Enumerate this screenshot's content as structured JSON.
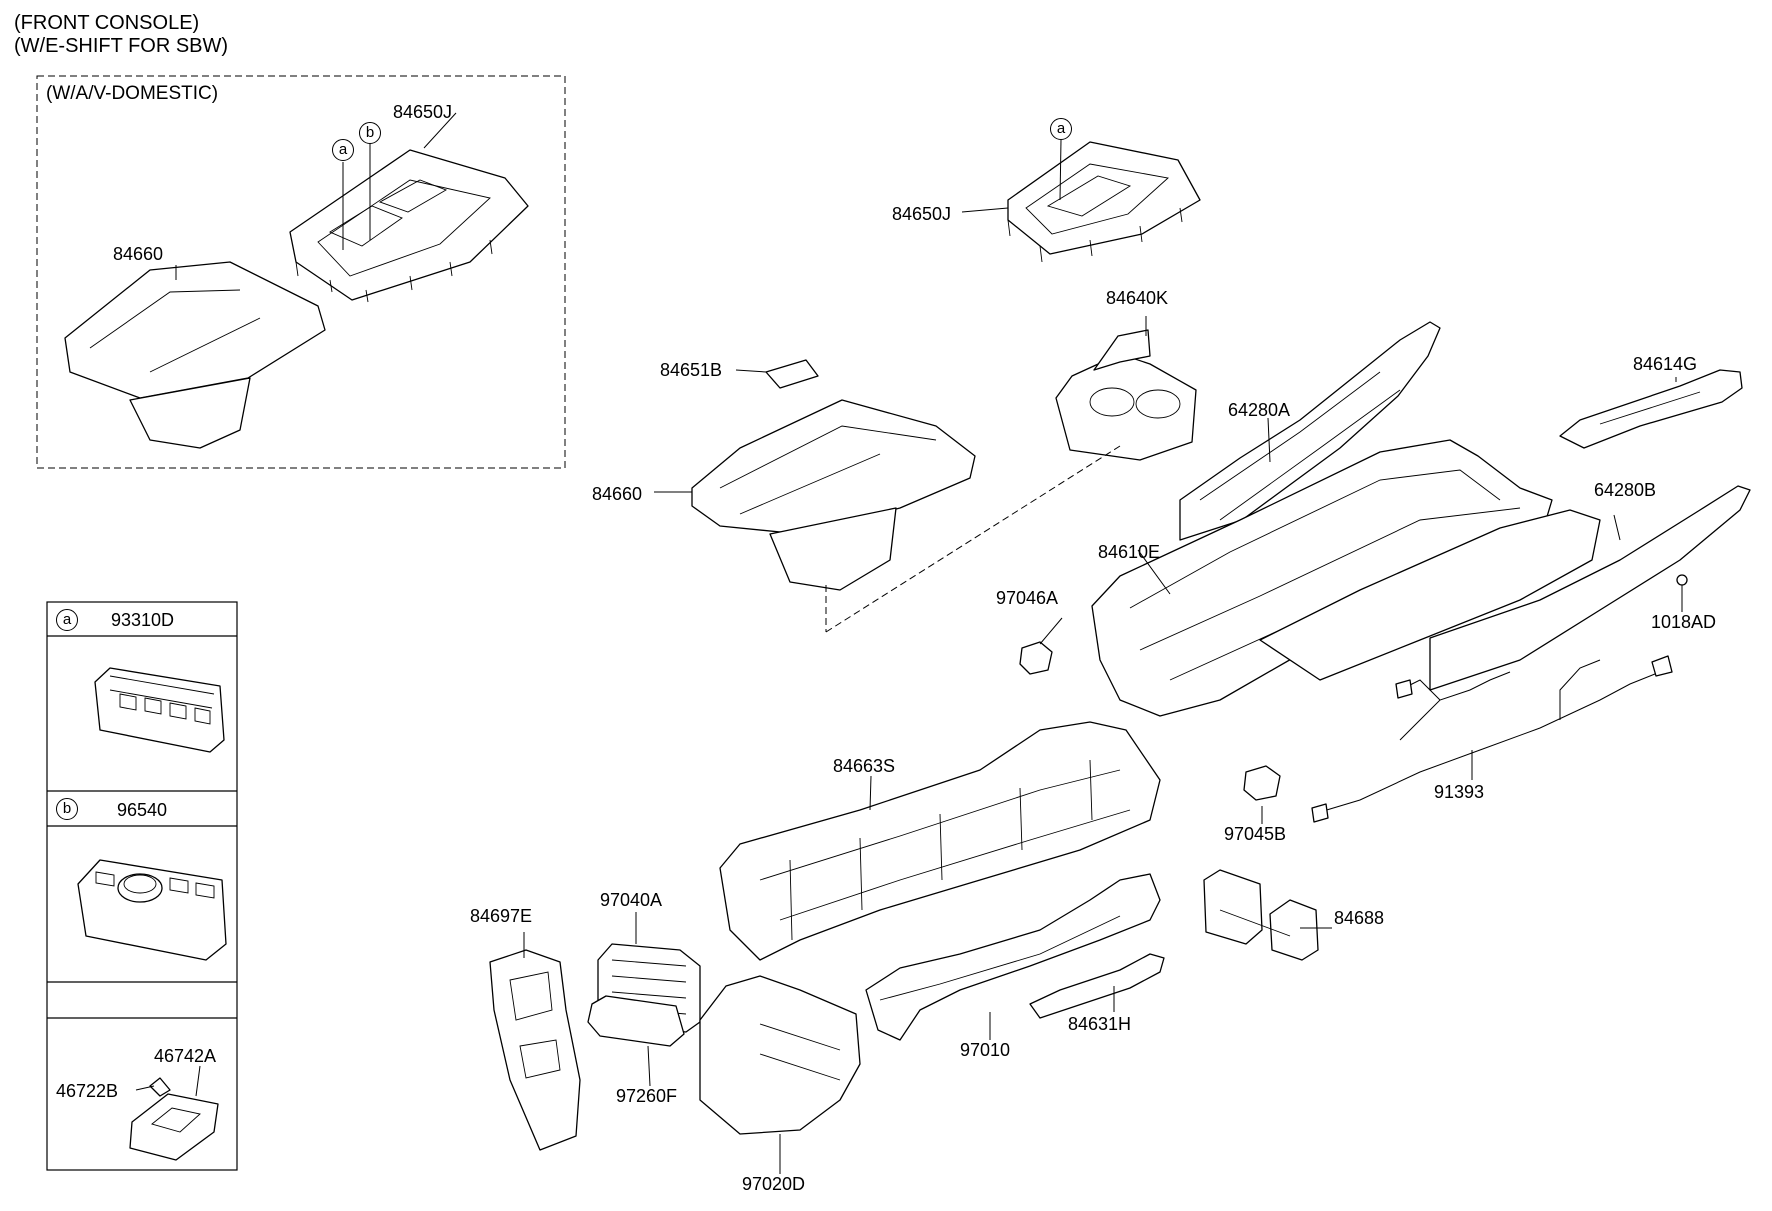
{
  "header": {
    "line1": "(FRONT CONSOLE)",
    "line2": "(W/E-SHIFT FOR SBW)"
  },
  "variant_box": {
    "label": "(W/A/V-DOMESTIC)",
    "parts": {
      "bezel": "84650J",
      "armrest": "84660"
    },
    "callouts": [
      "a",
      "b"
    ]
  },
  "legend": {
    "a": {
      "mark": "a",
      "part": "93310D"
    },
    "b": {
      "mark": "b",
      "part": "96540"
    },
    "bottom_parts": {
      "p1": "46742A",
      "p2": "46722B"
    }
  },
  "main": {
    "callout_a": "a",
    "p84650J": "84650J",
    "p84640K": "84640K",
    "p84651B": "84651B",
    "p84660": "84660",
    "p64280A": "64280A",
    "p84614G": "84614G",
    "p64280B": "64280B",
    "p84610E": "84610E",
    "p97046A": "97046A",
    "p1018AD": "1018AD",
    "p84663S": "84663S",
    "p91393": "91393",
    "p97045B": "97045B",
    "p84697E": "84697E",
    "p97040A": "97040A",
    "p84688": "84688",
    "p97010": "97010",
    "p84631H": "84631H",
    "p97260F": "97260F",
    "p97020D": "97020D"
  }
}
